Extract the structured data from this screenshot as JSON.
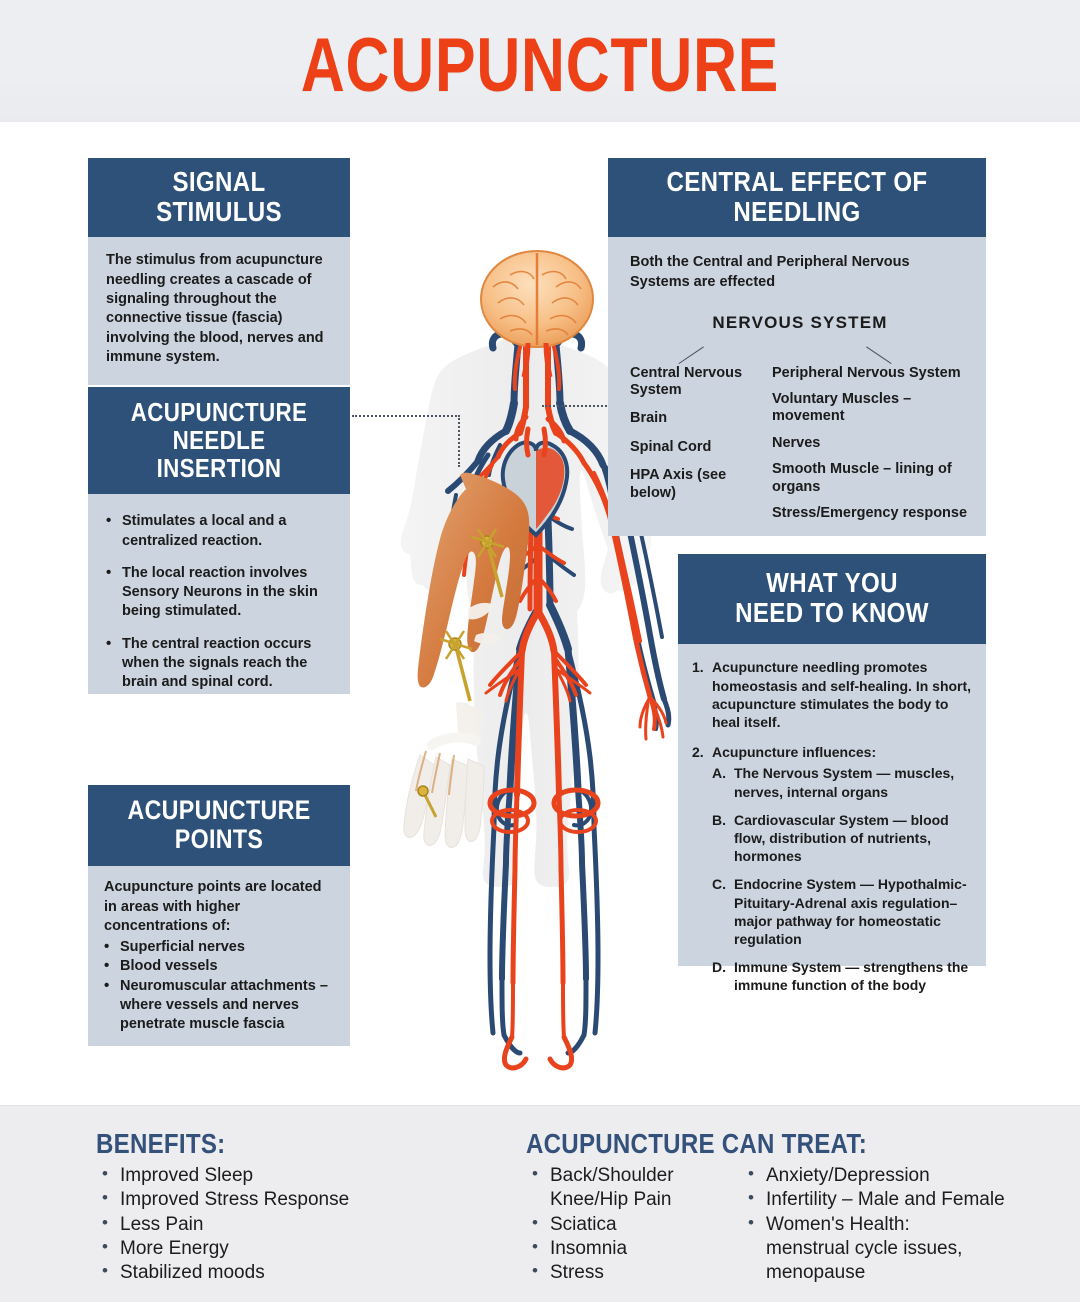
{
  "title": "ACUPUNCTURE",
  "colors": {
    "accent_orange": "#ee4016",
    "panel_header_blue": "#2d5178",
    "panel_body_blue": "#ccd4df",
    "bottom_band": "#edecee",
    "artery_red": "#e8431c",
    "vein_blue": "#2a4a73",
    "brain_tan": "#f2b27a",
    "muscle_orange": "#d9793f",
    "needle_gold": "#c8a22e"
  },
  "panels": {
    "signal_stimulus": {
      "heading": "SIGNAL STIMULUS",
      "body": "The stimulus from acupuncture needling creates a cascade of signaling throughout the connective tissue (fascia) involving the blood, nerves and immune system."
    },
    "needle_insertion": {
      "heading_line1": "ACUPUNCTURE",
      "heading_line2": "NEEDLE INSERTION",
      "bullets": [
        "Stimulates a local and a centralized reaction.",
        "The local reaction involves Sensory Neurons in the skin being stimulated.",
        "The central reaction occurs when the signals reach the brain and spinal cord."
      ]
    },
    "acupuncture_points": {
      "heading_line1": "ACUPUNCTURE",
      "heading_line2": "POINTS",
      "intro": "Acupuncture points are located in areas with higher concentrations of:",
      "bullets": [
        "Superficial nerves",
        "Blood vessels",
        "Neuromuscular attachments – where vessels and nerves penetrate muscle fascia"
      ]
    },
    "central_effect": {
      "heading": "CENTRAL EFFECT OF NEEDLING",
      "intro": "Both the Central and Peripheral Nervous Systems are effected",
      "diagram_title": "NERVOUS SYSTEM",
      "left_branch": [
        "Central Nervous System",
        "Brain",
        "Spinal Cord",
        "HPA Axis (see below)"
      ],
      "right_branch": [
        "Peripheral Nervous System",
        "Voluntary Muscles – movement",
        "Nerves",
        "Smooth Muscle – lining of organs",
        "Stress/Emergency response"
      ]
    },
    "need_to_know": {
      "heading_line1": "WHAT YOU",
      "heading_line2": "NEED TO KNOW",
      "item1_num": "1.",
      "item1_text": "Acupuncture needling promotes homeostasis and self-healing. In short, acupuncture stimulates the body to heal itself.",
      "item2_num": "2.",
      "item2_text": "Acupuncture influences:",
      "sub_items": [
        {
          "num": "A.",
          "text": "The Nervous System — muscles, nerves, internal organs"
        },
        {
          "num": "B.",
          "text": "Cardiovascular System — blood flow, distribution of nutrients, hormones"
        },
        {
          "num": "C.",
          "text": "Endocrine System — Hypothalmic-Pituitary-Adrenal axis regulation– major pathway for homeostatic regulation"
        },
        {
          "num": "D.",
          "text": "Immune System — strengthens the immune function of the body"
        }
      ]
    }
  },
  "bottom": {
    "benefits": {
      "title": "BENEFITS:",
      "items": [
        "Improved Sleep",
        "Improved Stress Response",
        "Less Pain",
        "More Energy",
        "Stabilized moods"
      ]
    },
    "can_treat": {
      "title": "ACUPUNCTURE CAN TREAT:",
      "column_left": [
        "Back/Shoulder",
        "Knee/Hip Pain",
        "Sciatica",
        "Insomnia",
        "Stress"
      ],
      "column_left_bulleted": [
        true,
        false,
        true,
        true,
        true
      ],
      "column_right": [
        "Anxiety/Depression",
        "Infertility – Male and Female",
        "Women's Health:",
        "menstrual cycle issues,",
        "menopause"
      ],
      "column_right_bulleted": [
        true,
        true,
        true,
        false,
        false
      ]
    }
  },
  "figure": {
    "name": "human-anatomy-circulatory-nervous-figure",
    "parts": [
      "brain",
      "heart",
      "arteries",
      "veins",
      "muscular-arm",
      "acupuncture-needles"
    ]
  }
}
